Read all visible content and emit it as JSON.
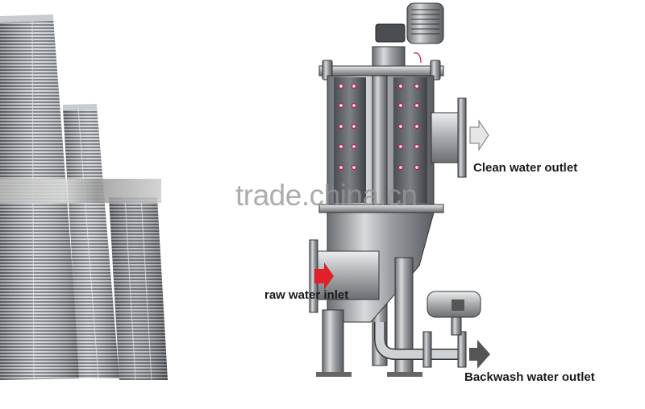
{
  "image": {
    "description": "Self-cleaning automatic water filter diagram with wedge-wire screen cylinders",
    "left_photo": {
      "subject": "wedge-wire screen filter cylinders",
      "count": 3
    },
    "diagram": {
      "labels": {
        "clean_outlet": "Clean water outlet",
        "raw_inlet": "raw water inlet",
        "backwash_outlet": "Backwash water outlet"
      },
      "arrows": {
        "inlet_arrow_color": "#e0202a",
        "outlet_arrow_color": "#e6e6e6",
        "backwash_arrow_color": "#555555"
      }
    },
    "watermark": "trade.china.cn"
  }
}
